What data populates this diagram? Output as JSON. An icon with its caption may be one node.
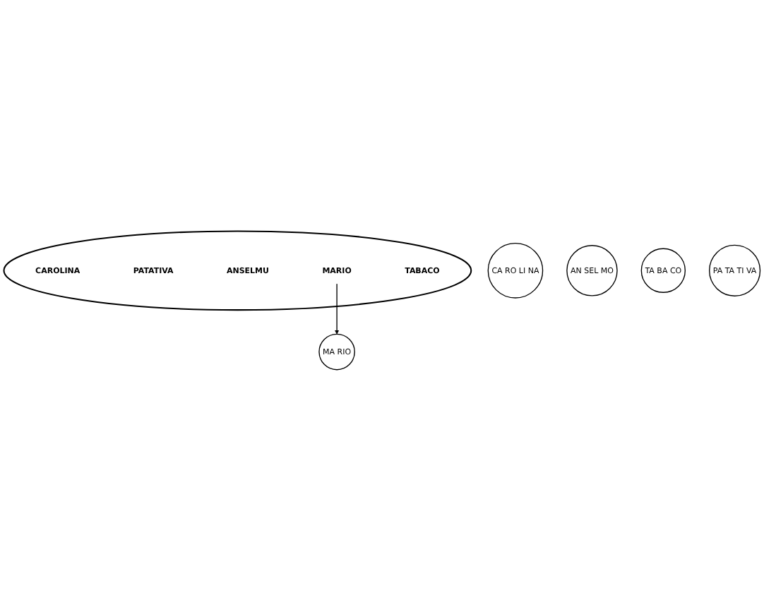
{
  "diagram": {
    "nodes": [
      {
        "text": [],
        "shape": "circle"
      },
      {
        "text": [
          "CAROLINA"
        ],
        "in": 0
      },
      {
        "text": [
          "PATATIVA"
        ],
        "in": 0
      },
      {
        "text": [
          "ANSELMU"
        ],
        "in": 0
      },
      {
        "text": [
          "MARIO"
        ],
        "in": 0
      },
      {
        "text": [
          "TABACO"
        ],
        "in": 0
      },
      {
        "text": [
          "CA RO LI NA"
        ]
      },
      {
        "text": [
          "AN SEL MO"
        ]
      },
      {
        "text": [
          "TA BA CO"
        ]
      },
      {
        "text": [
          "MA RIO"
        ]
      },
      {
        "text": [
          "PA TA TI VA"
        ]
      }
    ],
    "edges": [
      {
        "from": 4,
        "to": 9,
        "arrow": "to"
      }
    ]
  }
}
